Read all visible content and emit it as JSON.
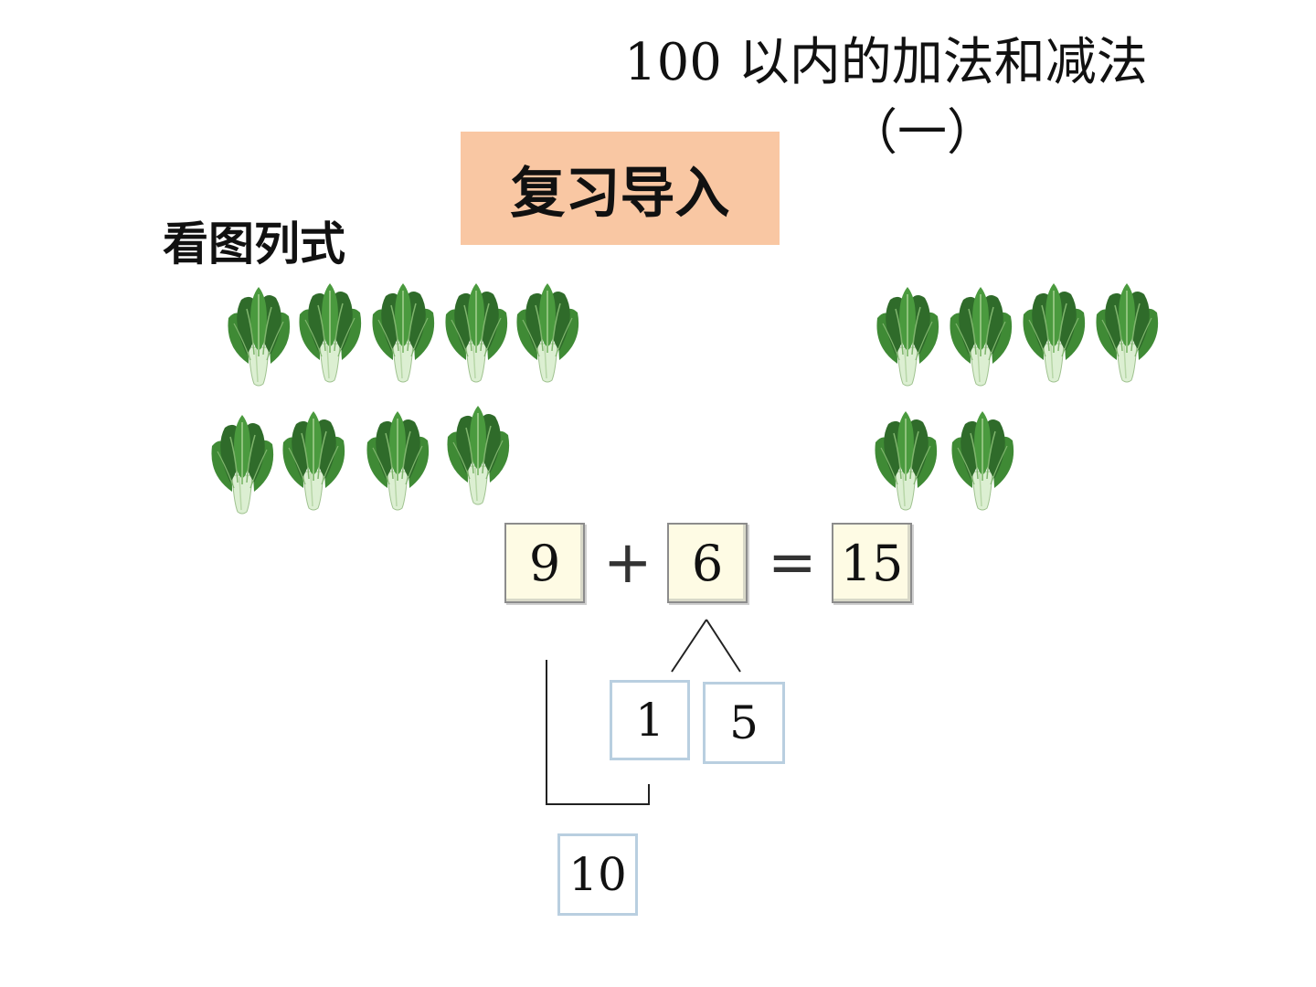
{
  "title": {
    "main": "100 以内的加法和减法",
    "sub": "（一）"
  },
  "section_badge": "复习导入",
  "prompt_label": "看图列式",
  "colors": {
    "badge_bg": "#f9c7a3",
    "leaf_dark": "#2f6b2a",
    "leaf_mid": "#3f8a35",
    "stem": "#d9ead0"
  },
  "groups": {
    "left_count": 9,
    "right_count": 6
  },
  "equation": {
    "addend1": "9",
    "plus": "+",
    "addend2": "6",
    "equals": "=",
    "sum": "15"
  },
  "decomposition": {
    "part1": "1",
    "part2": "5",
    "ten": "10"
  }
}
